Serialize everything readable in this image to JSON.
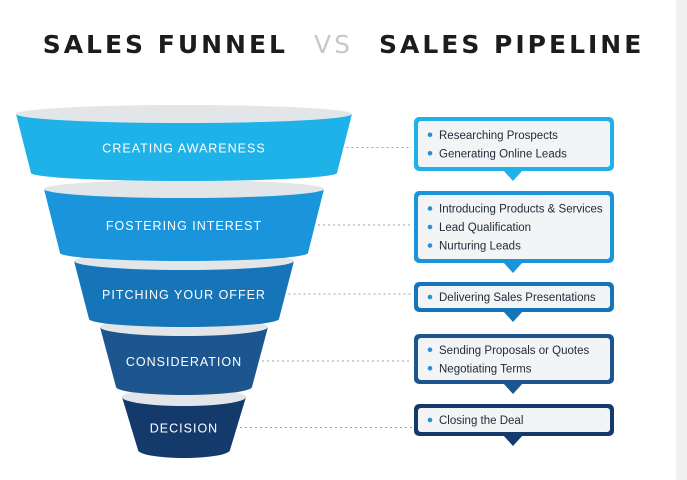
{
  "title": {
    "left": "SALES FUNNEL",
    "vs": "VS",
    "right": "SALES PIPELINE"
  },
  "colors": {
    "stage_1": "#1fb2e8",
    "stage_2": "#1a95dc",
    "stage_3": "#1675b9",
    "stage_4": "#1d568f",
    "stage_5": "#143a6c",
    "rim": "#e3e6e8",
    "box_fill": "#f3f4f5"
  },
  "stages": [
    {
      "label": "CREATING  AWARENESS",
      "items": [
        "Researching Prospects",
        "Generating Online Leads"
      ]
    },
    {
      "label": "FOSTERING INTEREST",
      "items": [
        "Introducing Products & Services",
        "Lead Qualification",
        "Nurturing Leads"
      ]
    },
    {
      "label": "PITCHING YOUR OFFER",
      "items": [
        "Delivering Sales Presentations"
      ]
    },
    {
      "label": "CONSIDERATION",
      "items": [
        "Sending Proposals or Quotes",
        "Negotiating Terms"
      ]
    },
    {
      "label": "DECISION",
      "items": [
        "Closing the Deal"
      ]
    }
  ]
}
